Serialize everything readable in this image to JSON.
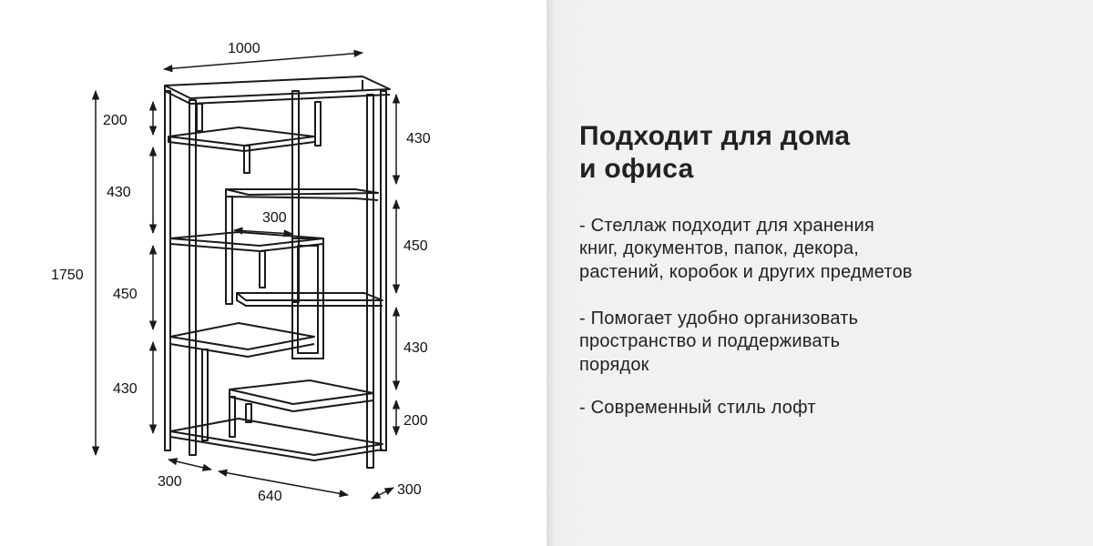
{
  "dimensions": {
    "width_total": "1000",
    "height_total": "1750",
    "left_200": "200",
    "left_430_top": "430",
    "left_450": "450",
    "left_430_bottom": "430",
    "inner_300": "300",
    "right_430_top": "430",
    "right_450": "450",
    "right_430_bottom": "430",
    "right_200": "200",
    "bottom_300_left": "300",
    "bottom_640": "640",
    "bottom_300_right": "300"
  },
  "heading": {
    "line1": "Подходит для дома",
    "line2": "и офиса"
  },
  "features": [
    {
      "lines": [
        "- Стеллаж подходит для хранения",
        "книг, документов, папок, декора,",
        "растений, коробок и других предметов"
      ]
    },
    {
      "lines": [
        "- Помогает удобно организовать",
        "пространство и поддерживать",
        "порядок"
      ]
    },
    {
      "lines": [
        "- Современный стиль лофт"
      ]
    }
  ],
  "colors": {
    "line": "#1a1a1a",
    "panel": "#f1f1f1",
    "text": "#222222"
  }
}
